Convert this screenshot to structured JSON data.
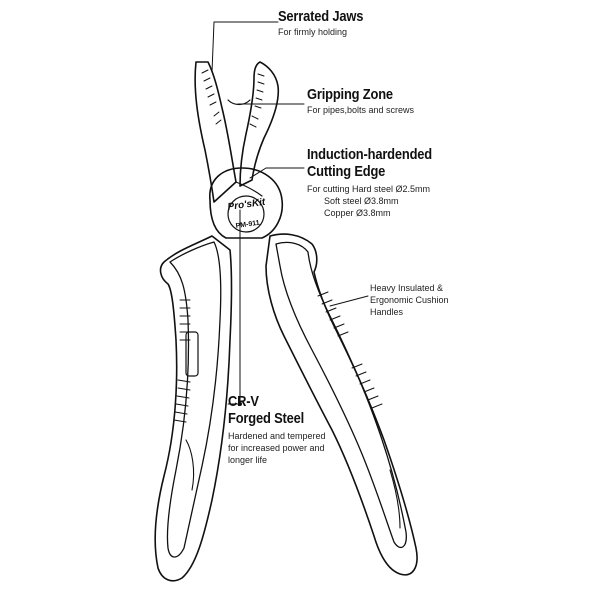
{
  "brand": {
    "logo_text": "Pro'sKit",
    "model": "PM-911"
  },
  "callouts": {
    "serrated_jaws": {
      "title": "Serrated Jaws",
      "description": "For firmly holding"
    },
    "gripping_zone": {
      "title": "Gripping Zone",
      "description": "For pipes,bolts and screws"
    },
    "cutting_edge": {
      "title_lines": [
        "Induction-hardended",
        "Cutting Edge"
      ],
      "description_lines": [
        "For cutting Hard steel Ø2.5mm",
        "Soft steel Ø3.8mm",
        "Copper Ø3.8mm"
      ]
    },
    "handles": {
      "description_lines": [
        "Heavy Insulated &",
        "Ergonomic Cushion",
        "Handles"
      ]
    },
    "forged_steel": {
      "title_lines": [
        "CR-V",
        "Forged Steel"
      ],
      "description_lines": [
        "Hardened and tempered",
        "for increased power and",
        "longer life"
      ]
    }
  },
  "colors": {
    "line": "#111111",
    "background": "#ffffff"
  }
}
